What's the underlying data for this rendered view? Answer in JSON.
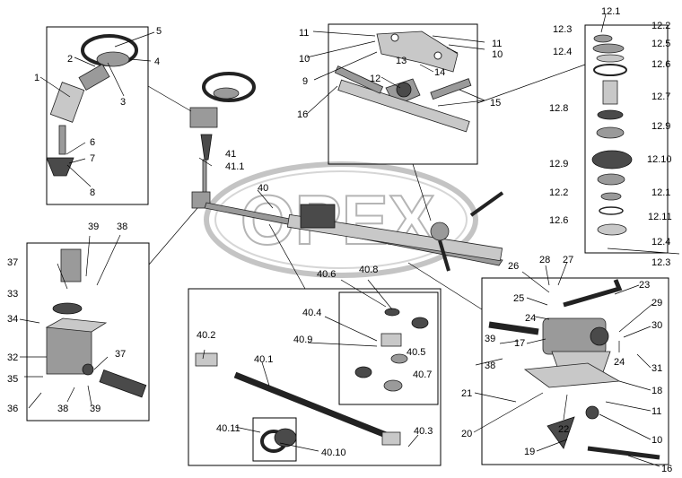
{
  "watermark": "OPEX",
  "labels": {
    "l1": "1",
    "l2": "2",
    "l3": "3",
    "l4": "4",
    "l5": "5",
    "l6": "6",
    "l7": "7",
    "l8": "8",
    "l9": "9",
    "l10a": "10",
    "l10b": "10",
    "l11a": "11",
    "l11b": "11",
    "l12": "12",
    "l13": "13",
    "l14": "14",
    "l15": "15",
    "l16": "16",
    "l12_1a": "12.1",
    "l12_2a": "12.2",
    "l12_3a": "12.3",
    "l12_4a": "12.4",
    "l12_5": "12.5",
    "l12_6a": "12.6",
    "l12_7": "12.7",
    "l12_8": "12.8",
    "l12_9a": "12.9",
    "l12_10": "12.10",
    "l12_9b": "12.9",
    "l12_2b": "12.2",
    "l12_1b": "12.1",
    "l12_6b": "12.6",
    "l12_11": "12.11",
    "l12_4b": "12.4",
    "l12_3b": "12.3",
    "l41": "41",
    "l41_1": "41.1",
    "l40": "40",
    "l39a": "39",
    "l38a": "38",
    "l37a": "37",
    "l33": "33",
    "l34": "34",
    "l32": "32",
    "l37b": "37",
    "l35": "35",
    "l36": "36",
    "l38b": "38",
    "l39b": "39",
    "l40_6": "40.6",
    "l40_8": "40.8",
    "l40_4": "40.4",
    "l40_9": "40.9",
    "l40_5": "40.5",
    "l40_7": "40.7",
    "l40_2": "40.2",
    "l40_1": "40.1",
    "l40_11": "40.11",
    "l40_10": "40.10",
    "l40_3": "40.3",
    "l26": "26",
    "l28": "28",
    "l27": "27",
    "l23": "23",
    "l25": "25",
    "l29": "29",
    "l30": "30",
    "l24a": "24",
    "l24b": "24",
    "l39c": "39",
    "l38c": "38",
    "l17": "17",
    "l31": "31",
    "l21": "21",
    "l18": "18",
    "l20": "20",
    "l22": "22",
    "l11c": "11",
    "l19": "19",
    "l10c": "10",
    "l16b": "16"
  }
}
